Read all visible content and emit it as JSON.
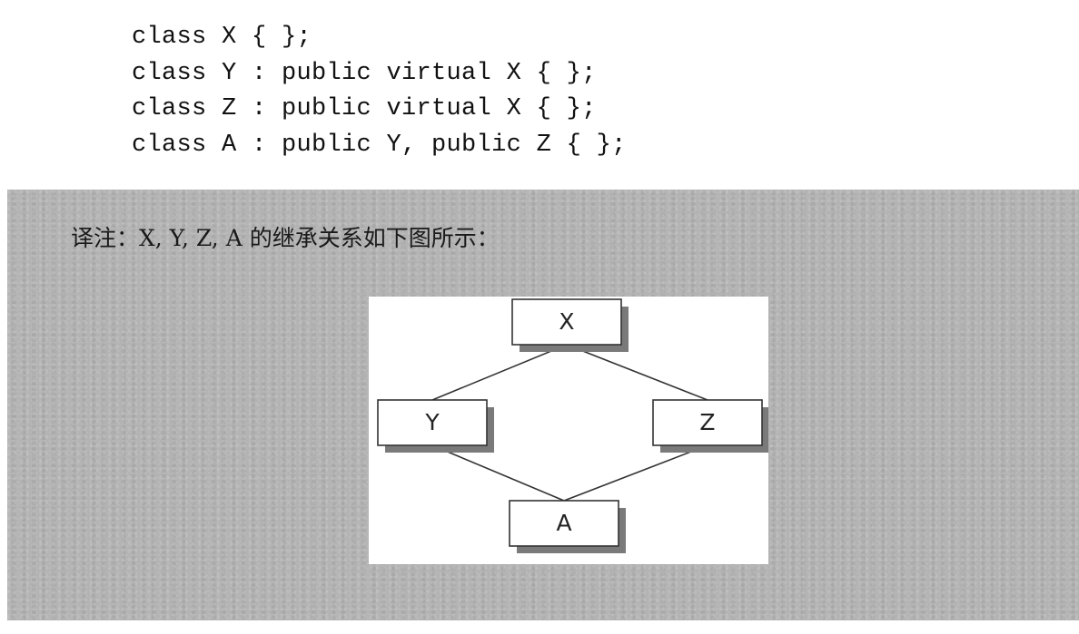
{
  "code": {
    "lines": [
      "class X { };",
      "class Y : public virtual X { };",
      "class Z : public virtual X { };",
      "class A : public Y, public Z { };"
    ]
  },
  "note": {
    "text": "译注：X, Y, Z, A 的继承关系如下图所示："
  },
  "diagram": {
    "nodes": [
      {
        "id": "X",
        "label": "X"
      },
      {
        "id": "Y",
        "label": "Y"
      },
      {
        "id": "Z",
        "label": "Z"
      },
      {
        "id": "A",
        "label": "A"
      }
    ],
    "edges": [
      {
        "from": "X",
        "to": "Y"
      },
      {
        "from": "X",
        "to": "Z"
      },
      {
        "from": "Y",
        "to": "A"
      },
      {
        "from": "Z",
        "to": "A"
      }
    ]
  }
}
